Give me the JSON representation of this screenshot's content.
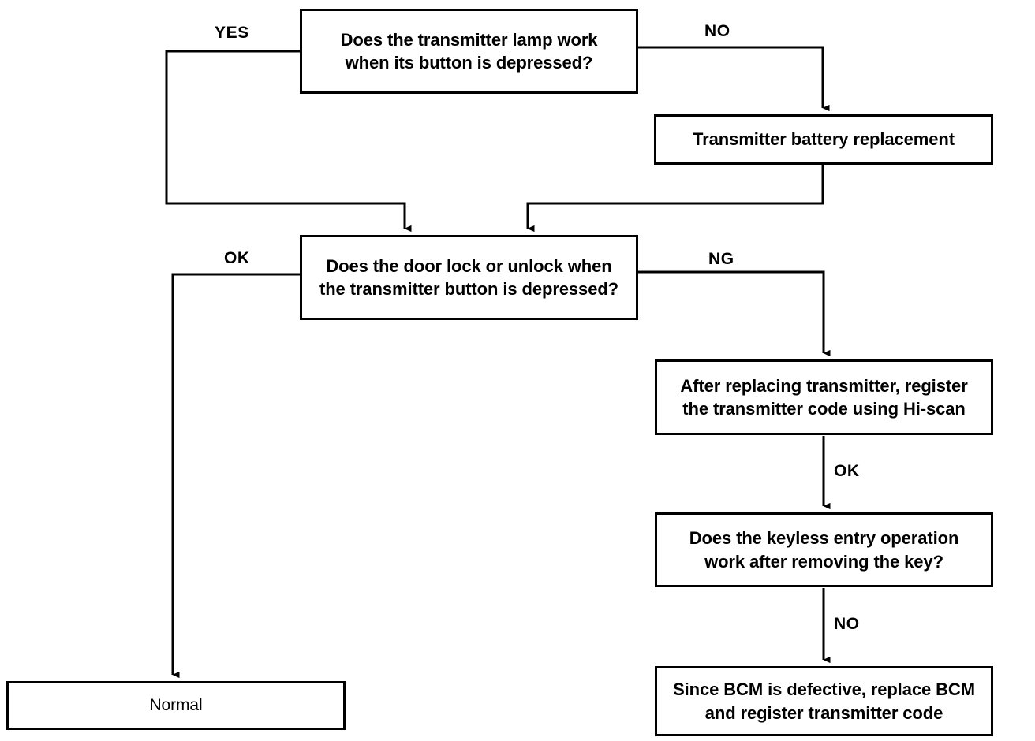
{
  "chart_data": {
    "type": "diagram",
    "title": "Keyless entry / transmitter troubleshooting flowchart",
    "nodes": [
      {
        "id": "lamp",
        "shape": "rect",
        "text": "Does the transmitter lamp work\nwhen its button is depressed?"
      },
      {
        "id": "battery",
        "shape": "rect",
        "text": "Transmitter battery replacement"
      },
      {
        "id": "doorlock",
        "shape": "rect",
        "text": "Does the door lock or unlock when\nthe transmitter button is depressed?"
      },
      {
        "id": "register",
        "shape": "rect",
        "text": "After replacing transmitter, register\nthe transmitter code using Hi-scan"
      },
      {
        "id": "keyless",
        "shape": "rect",
        "text": "Does the keyless entry operation\nwork after removing the key?"
      },
      {
        "id": "bcm",
        "shape": "rect",
        "text": "Since BCM is defective, replace BCM\nand register transmitter code"
      },
      {
        "id": "normal",
        "shape": "rect",
        "text": "Normal"
      }
    ],
    "edges": [
      {
        "from": "lamp",
        "to": "doorlock",
        "label": "YES"
      },
      {
        "from": "lamp",
        "to": "battery",
        "label": "NO"
      },
      {
        "from": "battery",
        "to": "doorlock",
        "label": ""
      },
      {
        "from": "doorlock",
        "to": "normal",
        "label": "OK"
      },
      {
        "from": "doorlock",
        "to": "register",
        "label": "NG"
      },
      {
        "from": "register",
        "to": "keyless",
        "label": "OK"
      },
      {
        "from": "keyless",
        "to": "bcm",
        "label": "NO"
      }
    ],
    "colors": {
      "stroke": "#000000",
      "fill": "#ffffff",
      "text": "#000000"
    }
  },
  "nodes": {
    "lamp": {
      "text": "Does the transmitter lamp work\nwhen its button is depressed?"
    },
    "battery": {
      "text": "Transmitter battery replacement"
    },
    "doorlock": {
      "text": "Does the door lock or unlock when\nthe transmitter button is depressed?"
    },
    "register": {
      "text": "After replacing transmitter, register\nthe transmitter code using Hi-scan"
    },
    "keyless": {
      "text": "Does the keyless entry operation\nwork after removing the key?"
    },
    "bcm": {
      "text": "Since BCM is defective, replace BCM\nand register transmitter code"
    },
    "normal": {
      "text": "Normal"
    }
  },
  "labels": {
    "yes": "YES",
    "no_lamp": "NO",
    "ok_doorlock": "OK",
    "ng_doorlock": "NG",
    "ok_register": "OK",
    "no_keyless": "NO"
  }
}
